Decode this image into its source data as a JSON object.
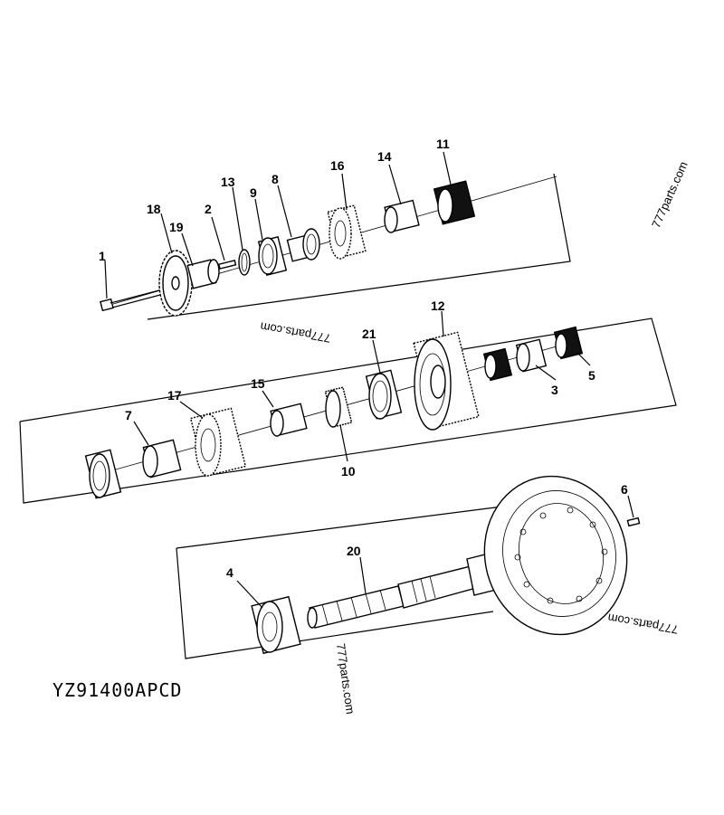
{
  "drawing_code": "YZ91400APCD",
  "watermarks": [
    "777parts.com",
    "777parts.com",
    "777parts.com",
    "777parts.com"
  ],
  "callouts": {
    "p1": "1",
    "p2": "2",
    "p3": "3",
    "p4": "4",
    "p5": "5",
    "p6": "6",
    "p7": "7",
    "p8": "8",
    "p9": "9",
    "p10": "10",
    "p11": "11",
    "p12": "12",
    "p13": "13",
    "p14": "14",
    "p15": "15",
    "p16": "16",
    "p17": "17",
    "p18": "18",
    "p19": "19",
    "p20": "20",
    "p21": "21"
  }
}
